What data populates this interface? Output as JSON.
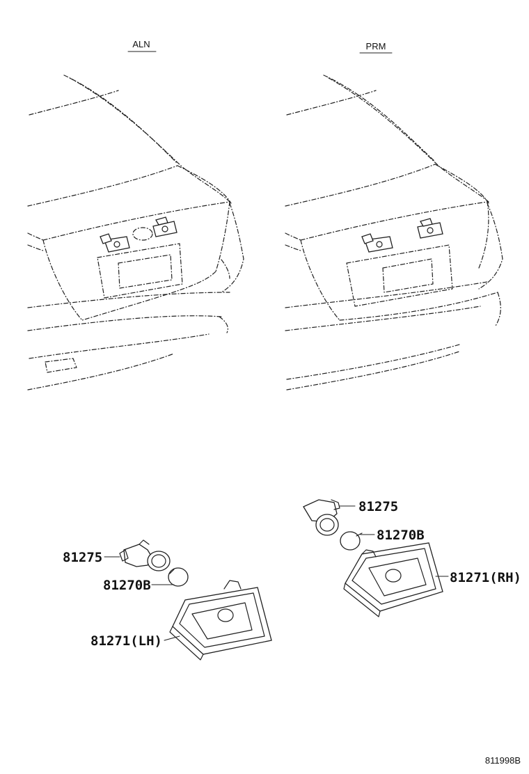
{
  "variants": {
    "left": "ALN",
    "right": "PRM"
  },
  "parts": {
    "socket_left": "81275",
    "bulb_left": "81270B",
    "lamp_left": "81271(LH)",
    "socket_right": "81275",
    "bulb_right": "81270B",
    "lamp_right": "81271(RH)"
  },
  "figure_id": "811998B"
}
